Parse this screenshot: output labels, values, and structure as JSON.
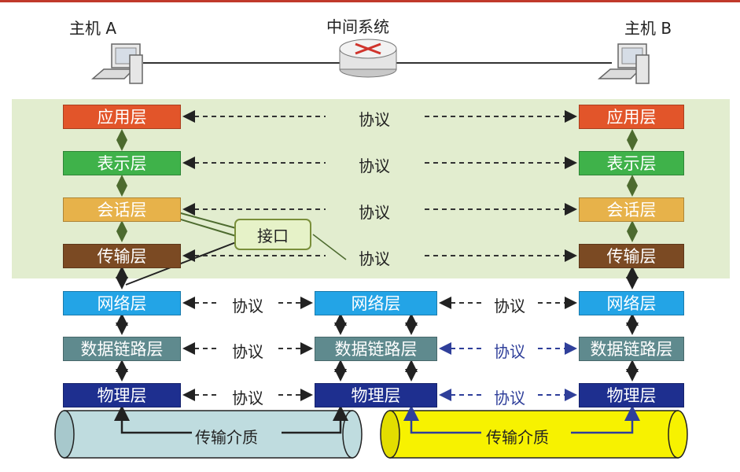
{
  "hosts": {
    "a_label": "主机 A",
    "b_label": "主机 B",
    "middle_label": "中间系统"
  },
  "layers": {
    "app": "应用层",
    "presentation": "表示层",
    "session": "会话层",
    "transport": "传输层",
    "network": "网络层",
    "datalink": "数据链路层",
    "physical": "物理层"
  },
  "protocol_label": "协议",
  "interface_label": "接口",
  "medium_label": "传输介质",
  "colors": {
    "app": "#e2552a",
    "presentation": "#3fb24a",
    "session": "#e7b24a",
    "transport": "#7b4a23",
    "network": "#23a4e6",
    "datalink": "#5f8a8e",
    "physical": "#1e2f8f",
    "band": "#e2edcf",
    "cable_left": "#bfdcdf",
    "cable_right": "#f7f200",
    "blue_arrow": "#2f3f9a"
  }
}
